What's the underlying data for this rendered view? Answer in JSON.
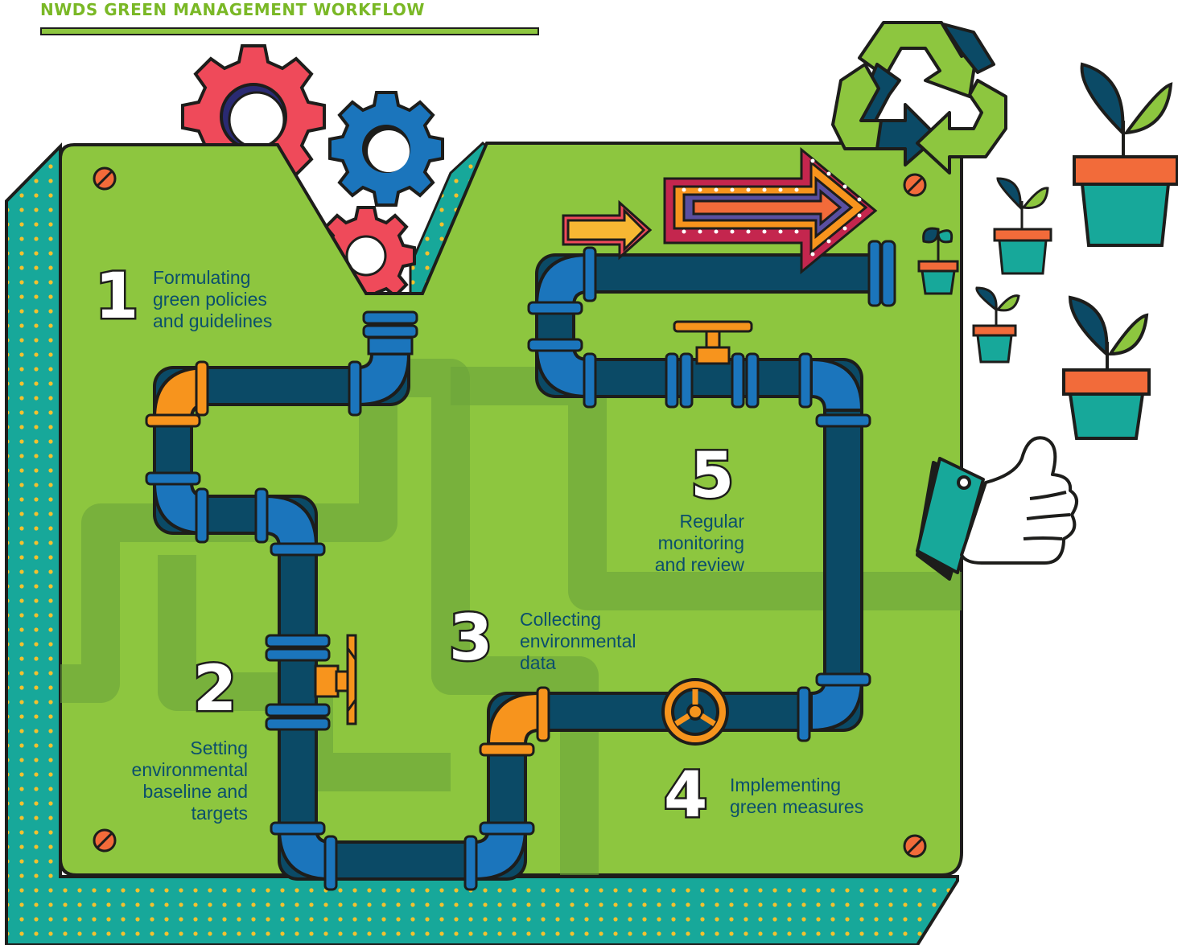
{
  "title": "NWDS GREEN MANAGEMENT WORKFLOW",
  "steps": [
    {
      "number": "1",
      "label": [
        "Formulating",
        "green policies",
        "and guidelines"
      ]
    },
    {
      "number": "2",
      "label": [
        "Setting",
        "environmental",
        "baseline and",
        "targets"
      ]
    },
    {
      "number": "3",
      "label": [
        "Collecting",
        "environmental",
        "data"
      ]
    },
    {
      "number": "4",
      "label": [
        "Implementing",
        "green measures"
      ]
    },
    {
      "number": "5",
      "label": [
        "Regular",
        "monitoring",
        "and review"
      ]
    }
  ],
  "colors": {
    "board_green": "#8dc63f",
    "dots_teal": "#17a89a",
    "dots_yellow": "#f2c12e",
    "pipe_navy": "#0b4a66",
    "pipe_blue": "#1b75bc",
    "pipe_orange": "#f7941d",
    "gear_red": "#ef4a5a",
    "gear_blue": "#1b75bc",
    "pot_orange": "#f26b3a",
    "pot_teal": "#17a89a",
    "outline": "#1d1d1b",
    "text_blue": "#0b4f6c"
  },
  "icons": [
    "gear-icon",
    "recycle-icon",
    "plant-pot-icon",
    "thumbs-up-icon",
    "arrow-icon",
    "valve-icon",
    "screw-icon"
  ]
}
